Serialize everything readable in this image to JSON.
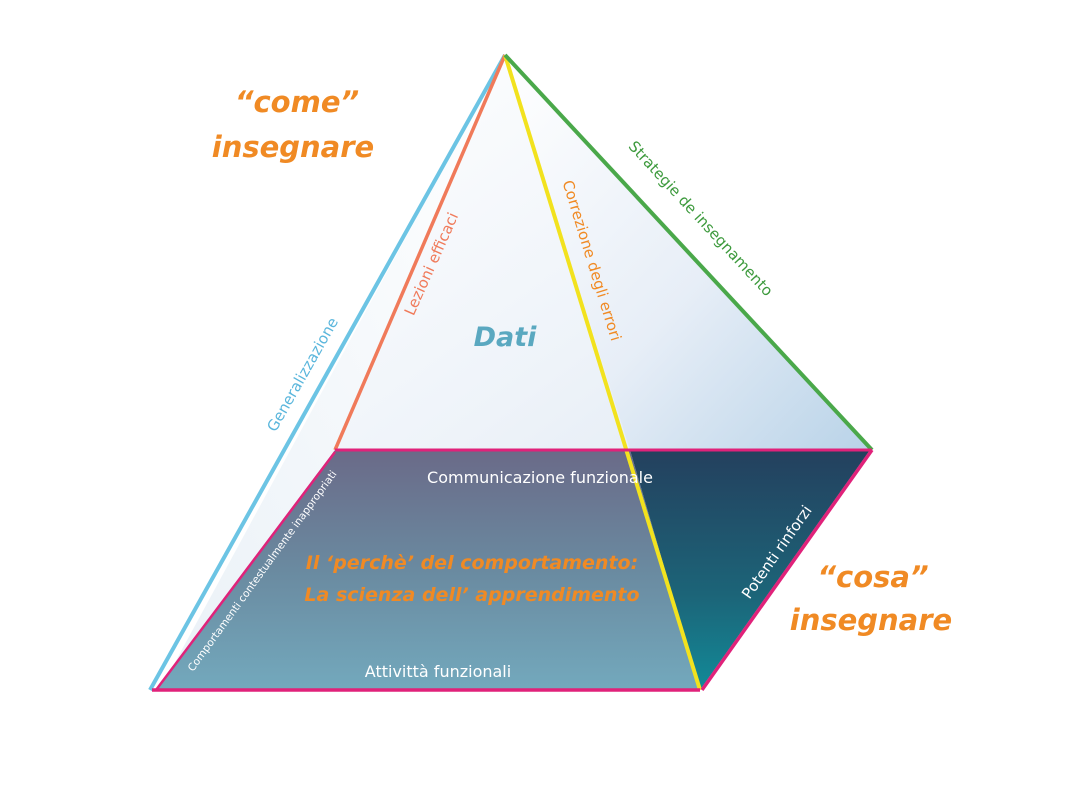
{
  "diagram": {
    "apex_label": "Dati",
    "how_title": {
      "line1": "“come”",
      "line2": "insegnare"
    },
    "what_title": {
      "line1": "“cosa”",
      "line2": "insegnare"
    },
    "edges": {
      "generalization": "Generalizzazione",
      "effective_lessons": "Lezioni efficaci",
      "error_correction": "Correzione degli errori",
      "teaching_strategies": "Strategie de insegnamento",
      "powerful_reinforcers": "Potenti rinforzi",
      "inappropriate_behaviors": "Comportamenti contestualmente inappropriati"
    },
    "base": {
      "top_edge": "Communicazione funzionale",
      "bottom_edge": "Attivittà funzionali",
      "center_line1": "Il ‘perchè’ del comportamento:",
      "center_line2": "La scienza dell’ apprendimento"
    },
    "colors": {
      "orange": "#f08a24",
      "blue": "#6cc4e4",
      "salmon": "#f07a5a",
      "yellow": "#f2e21e",
      "green": "#4aa84a",
      "magenta": "#e0227a",
      "teal_text": "#5aa8c0",
      "dark_navy": "#213f5e",
      "teal": "#1a8a9a"
    }
  }
}
